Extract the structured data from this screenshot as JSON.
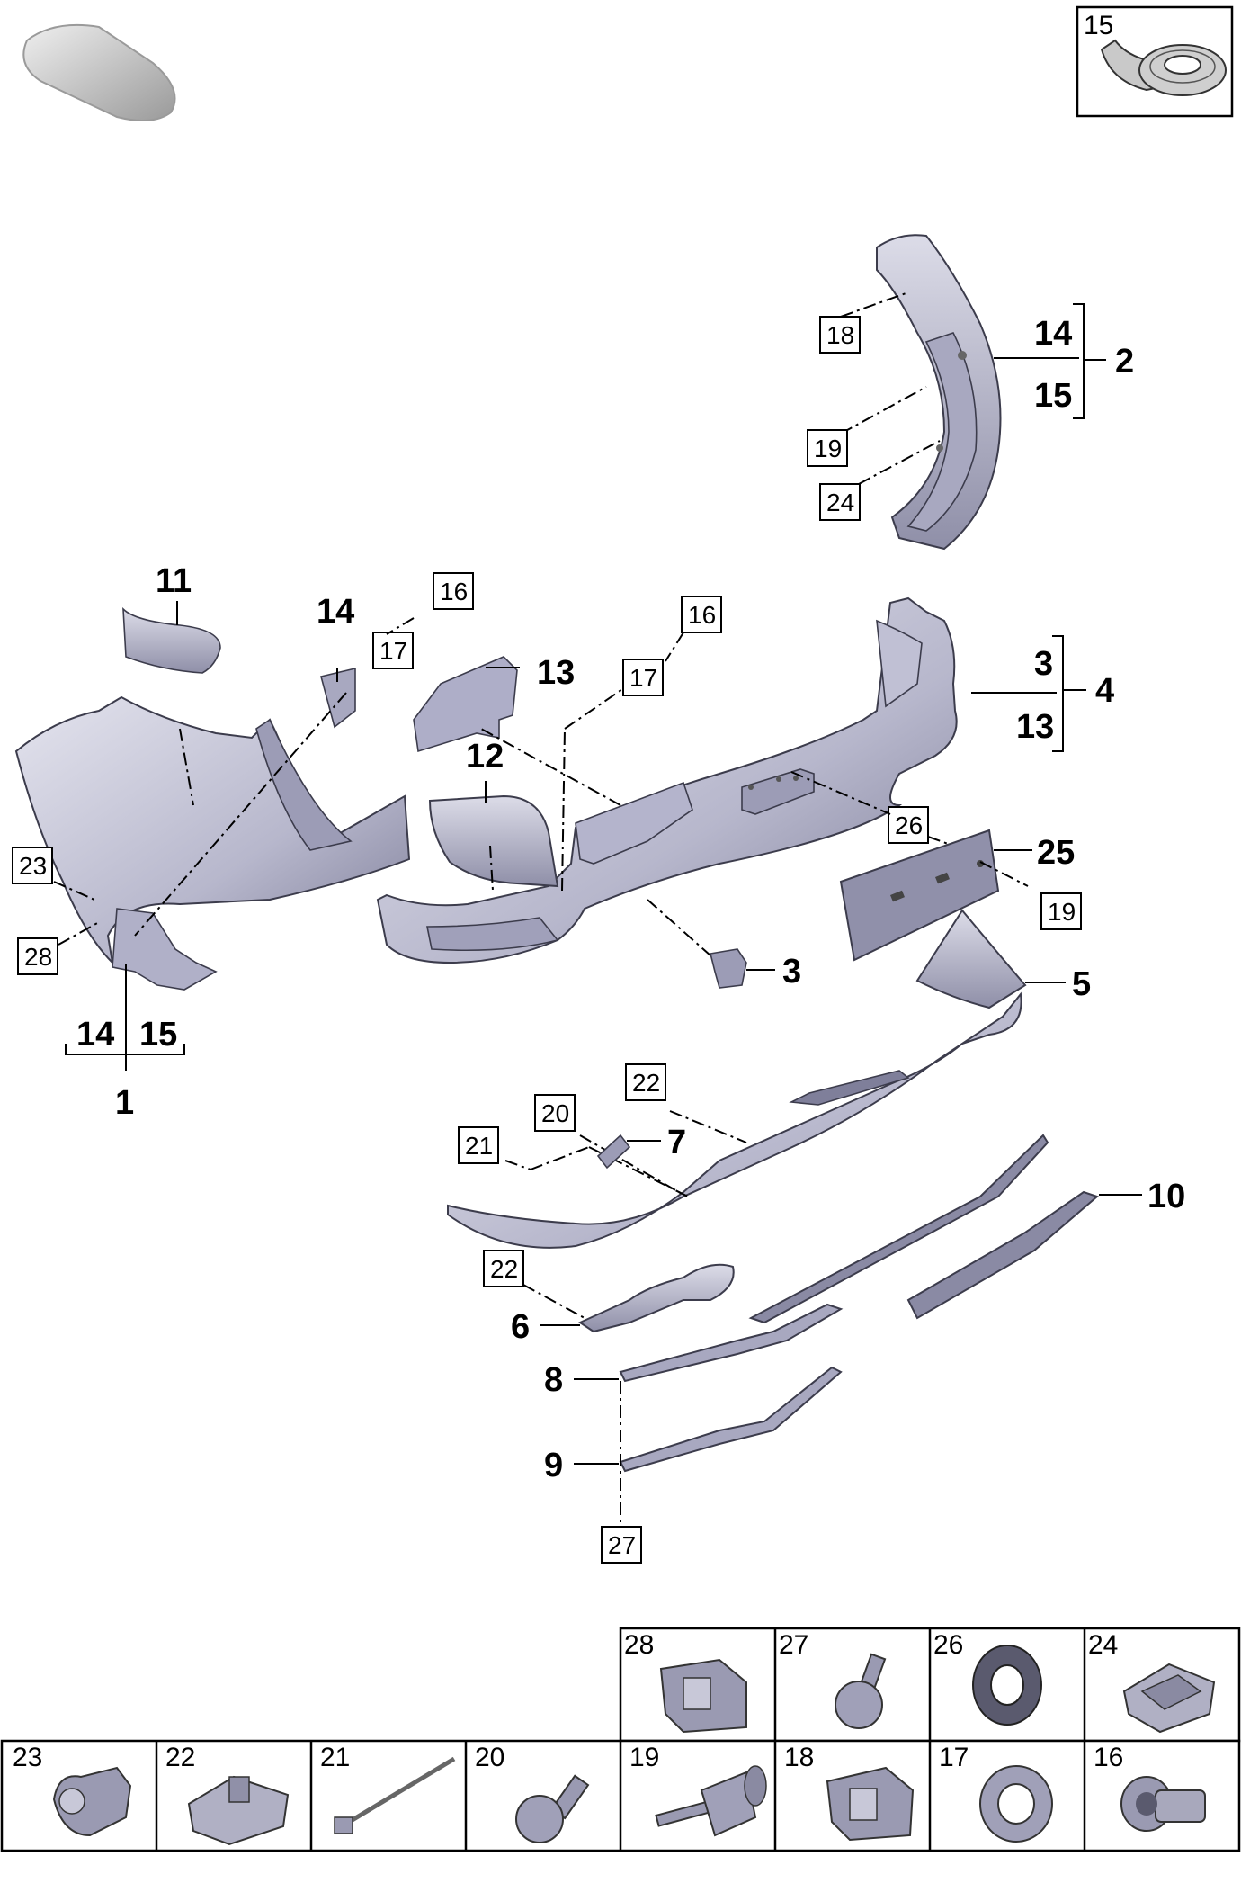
{
  "colors": {
    "part_fill": "#c9c9d6",
    "part_dark": "#8a8aa3",
    "outline": "#3c3c4c"
  },
  "callouts": {
    "c1": "1",
    "c2": "2",
    "c3": "3",
    "c3b": "3",
    "c4": "4",
    "c5": "5",
    "c6": "6",
    "c7": "7",
    "c8": "8",
    "c9": "9",
    "c10": "10",
    "c11": "11",
    "c12": "12",
    "c13": "13",
    "c13b": "13",
    "c14a": "14",
    "c14b": "14",
    "c14c": "14",
    "c15a": "15",
    "c15b": "15",
    "c25": "25"
  },
  "boxed": {
    "b15": "15",
    "b16a": "16",
    "b16b": "16",
    "b17a": "17",
    "b17b": "17",
    "b18": "18",
    "b19a": "19",
    "b19b": "19",
    "b20": "20",
    "b21": "21",
    "b22a": "22",
    "b22b": "22",
    "b23": "23",
    "b24": "24",
    "b26": "26",
    "b27": "27",
    "b28": "28"
  },
  "parts_table": {
    "top_row": [
      "28",
      "27",
      "26",
      "24"
    ],
    "bottom_row": [
      "23",
      "22",
      "21",
      "20",
      "19",
      "18",
      "17",
      "16"
    ]
  }
}
